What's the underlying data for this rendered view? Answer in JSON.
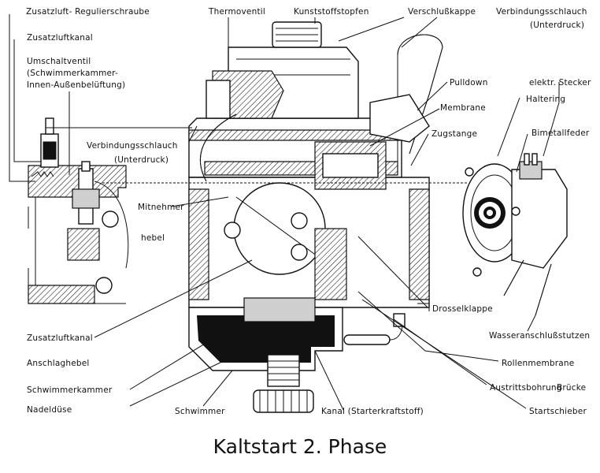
{
  "caption": "Kaltstart 2. Phase",
  "labels": {
    "zusatzluft_regulierschraube": "Zusatzluft- Regulierschraube",
    "zusatzluftkanal_top": "Zusatzluftkanal",
    "umschaltventil_1": "Umschaltventil",
    "umschaltventil_2": "(Schwimmerkammer-",
    "umschaltventil_3": "Innen-Außenbelüftung)",
    "thermoventil": "Thermoventil",
    "kunststoffstopfen": "Kunststoffstopfen",
    "verschlusskappe": "Verschlußkappe",
    "verbindungsschlauch_right_1": "Verbindungsschlauch",
    "verbindungsschlauch_right_2": "(Unterdruck)",
    "pulldown": "Pulldown",
    "elektr_stecker": "elektr. Stecker",
    "membrane": "Membrane",
    "haltering": "Haltering",
    "zugstange": "Zugstange",
    "bimetallfeder": "Bimetallfeder",
    "verbindungsschlauch_left_1": "Verbindungsschlauch",
    "verbindungsschlauch_left_2": "(Unterdruck)",
    "mitnehmer": "Mitnehmer",
    "hebel": "hebel",
    "drosselklappe": "Drosselklappe",
    "wasseranschlussstutzen": "Wasseranschlußstutzen",
    "zusatzluftkanal_bottom": "Zusatzluftkanal",
    "anschlaghebel": "Anschlaghebel",
    "rollenmembrane": "Rollenmembrane",
    "schwimmerkammer": "Schwimmerkammer",
    "austrittsbohrung": "Austrittsbohrung",
    "bruecke": "Brücke",
    "nadelduese": "Nadeldüse",
    "schwimmer": "Schwimmer",
    "kanal_starterkraftstoff": "Kanal (Starterkraftstoff)",
    "startschieber": "Startschieber"
  }
}
